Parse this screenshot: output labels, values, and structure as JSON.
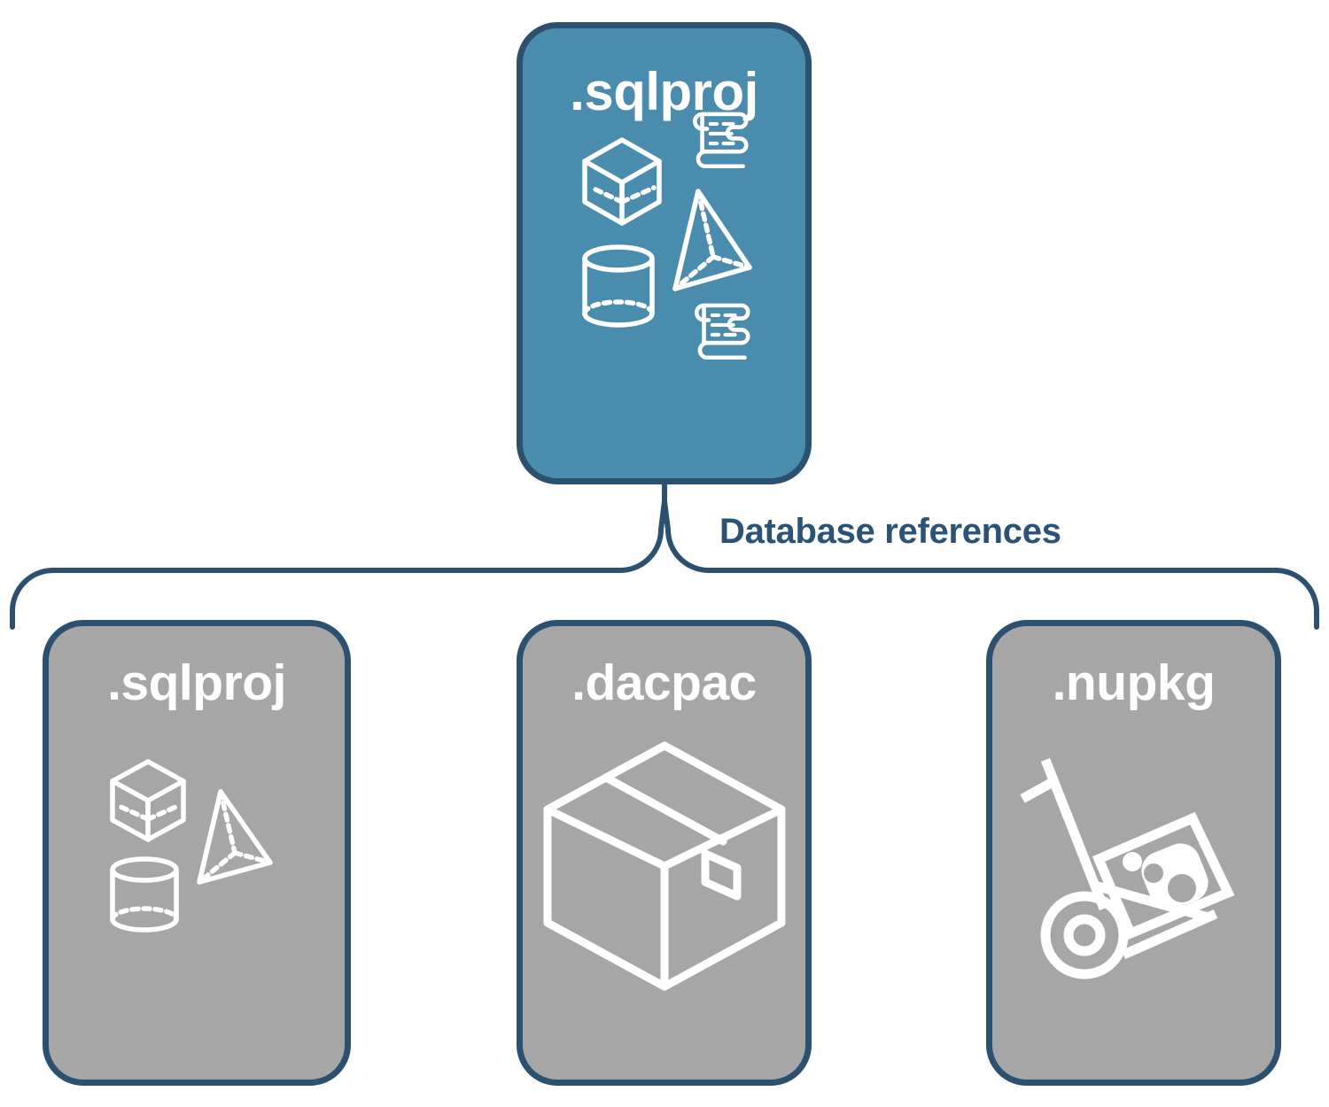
{
  "diagram": {
    "type": "hierarchy-reference-diagram",
    "background_color": "#ffffff",
    "palette": {
      "primary_fill": "#4a8cad",
      "secondary_fill": "#a6a6a6",
      "border": "#2b5070",
      "label_text": "#2b5378",
      "card_text": "#ffffff",
      "icon_stroke": "#ffffff"
    }
  },
  "root_node": {
    "title": ".sqlproj",
    "fill": "#4a8cad",
    "icon_name": "database-objects-icon",
    "icon_parts": [
      "cube-wireframe",
      "pyramid-wireframe",
      "cylinder-wireframe",
      "script-scroll-top",
      "script-scroll-bottom"
    ]
  },
  "connector": {
    "label": "Database references",
    "style": "curly-brace",
    "color": "#2b5070",
    "branch_count": 3
  },
  "reference_nodes": [
    {
      "title": ".sqlproj",
      "fill": "#a6a6a6",
      "icon_name": "database-objects-icon",
      "icon_parts": [
        "cube-wireframe",
        "pyramid-wireframe",
        "cylinder-wireframe"
      ]
    },
    {
      "title": ".dacpac",
      "fill": "#a6a6a6",
      "icon_name": "package-box-icon",
      "icon_parts": [
        "isometric-carton",
        "label-panel"
      ]
    },
    {
      "title": ".nupkg",
      "fill": "#a6a6a6",
      "icon_name": "hand-truck-package-icon",
      "icon_parts": [
        "dolly-frame",
        "wheel",
        "nuget-package"
      ]
    }
  ]
}
